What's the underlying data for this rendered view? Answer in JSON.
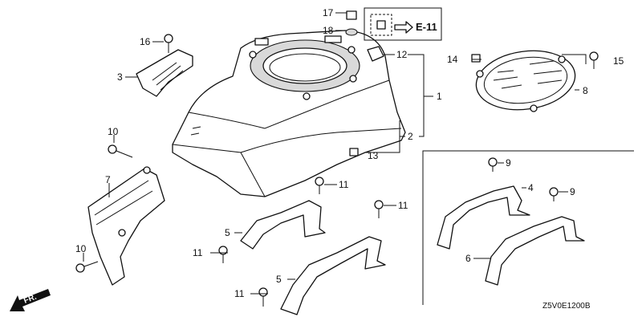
{
  "diagram": {
    "code": "Z5V0E1200B",
    "ref_box": "E-11",
    "front_label": "FR.",
    "callouts": {
      "c1": "1",
      "c2": "2",
      "c3": "3",
      "c4": "4",
      "c5a": "5",
      "c5b": "5",
      "c6": "6",
      "c7": "7",
      "c8": "8",
      "c9a": "9",
      "c9b": "9",
      "c10a": "10",
      "c10b": "10",
      "c11a": "11",
      "c11b": "11",
      "c11c": "11",
      "c11d": "11",
      "c12": "12",
      "c13": "13",
      "c14": "14",
      "c15": "15",
      "c16": "16",
      "c17": "17",
      "c18": "18"
    }
  }
}
